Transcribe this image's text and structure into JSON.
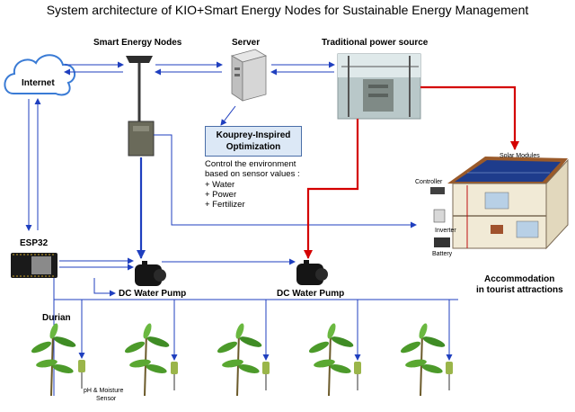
{
  "title": "System architecture of KIO+Smart Energy Nodes for Sustainable Energy Management",
  "labels": {
    "smart_energy_nodes": "Smart Energy Nodes",
    "server": "Server",
    "traditional_power": "Traditional power source",
    "internet": "Internet",
    "esp32": "ESP32",
    "pump_1": "DC Water Pump",
    "pump_2": "DC Water Pump",
    "durian": "Durian",
    "sensor_line1": "pH & Moisture",
    "sensor_line2": "Sensor",
    "accommodation_line1": "Accommodation",
    "accommodation_line2": "in tourist attractions",
    "solar_modules": "Solar Modules",
    "controller": "Controller",
    "inverter": "Inverter",
    "battery": "Battery"
  },
  "optimization": {
    "line1": "Kouprey-Inspired",
    "line2": "Optimization"
  },
  "control_text": {
    "line1": "Control the environment",
    "line2": "based on sensor values :",
    "items": [
      "+ Water",
      "+ Power",
      "+ Fertilizer"
    ]
  },
  "colors": {
    "data_link": "#1f3fbf",
    "power_link": "#d40000",
    "cloud_stroke": "#3a7bd5",
    "box_fill": "#dce8f6"
  }
}
